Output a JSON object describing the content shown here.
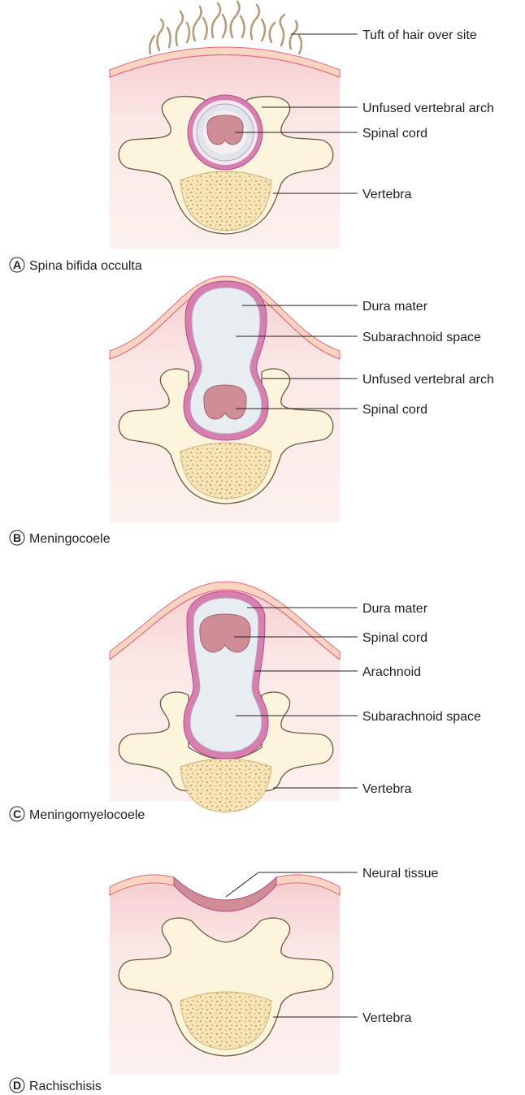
{
  "panels": [
    {
      "letter": "A",
      "title": "Spina bifida occulta",
      "labels": [
        "Tuft of hair over site",
        "Unfused vertebral arch",
        "Spinal cord",
        "Vertebra"
      ]
    },
    {
      "letter": "B",
      "title": "Meningocoele",
      "labels": [
        "Dura mater",
        "Subarachnoid space",
        "Unfused vertebral arch",
        "Spinal cord"
      ]
    },
    {
      "letter": "C",
      "title": "Meningomyelocoele",
      "labels": [
        "Dura mater",
        "Spinal cord",
        "Arachnoid",
        "Subarachnoid space",
        "Vertebra"
      ]
    },
    {
      "letter": "D",
      "title": "Rachischisis",
      "labels": [
        "Neural tissue",
        "Vertebra"
      ]
    }
  ],
  "colors": {
    "skin_fill": "#f9e6df",
    "skin_edge": "#e8667a",
    "skin_band": "#fbd7c4",
    "bone": "#fdf4dc",
    "bone_edge": "#7a6545",
    "cancellous": "#f6e3b4",
    "dura": "#d77fae",
    "arachnoid_space": "#e8edf1",
    "cord": "#cf8d96",
    "hair": "#b59b76"
  }
}
